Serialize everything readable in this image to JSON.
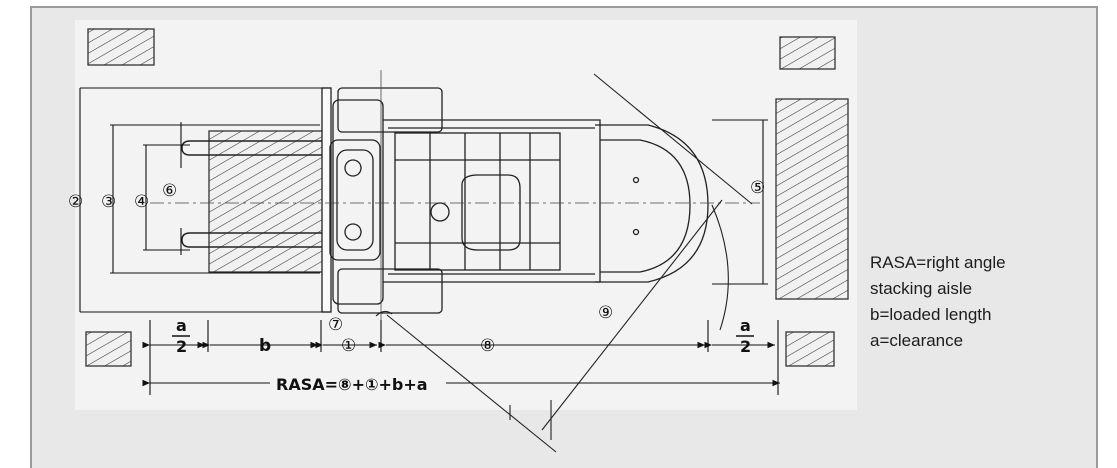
{
  "markers": {
    "m1": "①",
    "m2": "②",
    "m3": "③",
    "m4": "④",
    "m5": "⑤",
    "m6": "⑥",
    "m7": "⑦",
    "m8": "⑧",
    "m9": "⑨"
  },
  "dims": {
    "a": "a",
    "two": "2",
    "b": "b",
    "rasa_formula": "RASA=⑧+①+b+a"
  },
  "legend": {
    "line1": "RASA=right angle",
    "line2": "stacking aisle",
    "line3": "b=loaded length",
    "line4": "a=clearance"
  }
}
